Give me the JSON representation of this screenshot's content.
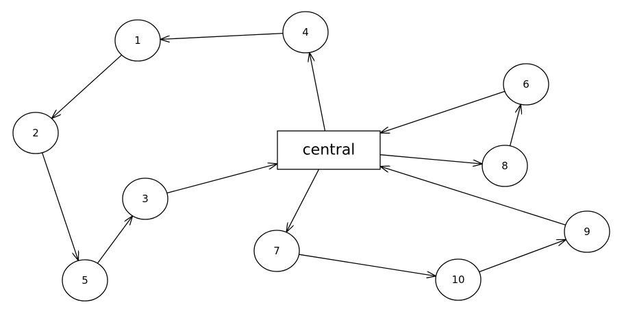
{
  "diagram": {
    "nodes": [
      {
        "id": "central",
        "label": "central",
        "shape": "box"
      },
      {
        "id": "1",
        "label": "1",
        "shape": "circle"
      },
      {
        "id": "2",
        "label": "2",
        "shape": "circle"
      },
      {
        "id": "3",
        "label": "3",
        "shape": "circle"
      },
      {
        "id": "4",
        "label": "4",
        "shape": "circle"
      },
      {
        "id": "5",
        "label": "5",
        "shape": "circle"
      },
      {
        "id": "6",
        "label": "6",
        "shape": "circle"
      },
      {
        "id": "7",
        "label": "7",
        "shape": "circle"
      },
      {
        "id": "8",
        "label": "8",
        "shape": "circle"
      },
      {
        "id": "9",
        "label": "9",
        "shape": "circle"
      },
      {
        "id": "10",
        "label": "10",
        "shape": "circle"
      }
    ],
    "edges": [
      {
        "from": "4",
        "to": "1"
      },
      {
        "from": "1",
        "to": "2"
      },
      {
        "from": "2",
        "to": "5"
      },
      {
        "from": "5",
        "to": "3"
      },
      {
        "from": "3",
        "to": "central"
      },
      {
        "from": "central",
        "to": "4"
      },
      {
        "from": "6",
        "to": "central"
      },
      {
        "from": "central",
        "to": "8"
      },
      {
        "from": "8",
        "to": "6"
      },
      {
        "from": "central",
        "to": "7"
      },
      {
        "from": "7",
        "to": "10"
      },
      {
        "from": "10",
        "to": "9"
      },
      {
        "from": "9",
        "to": "central"
      }
    ],
    "colors": {
      "stroke": "#000000",
      "fill": "#ffffff",
      "background": "#ffffff"
    }
  }
}
